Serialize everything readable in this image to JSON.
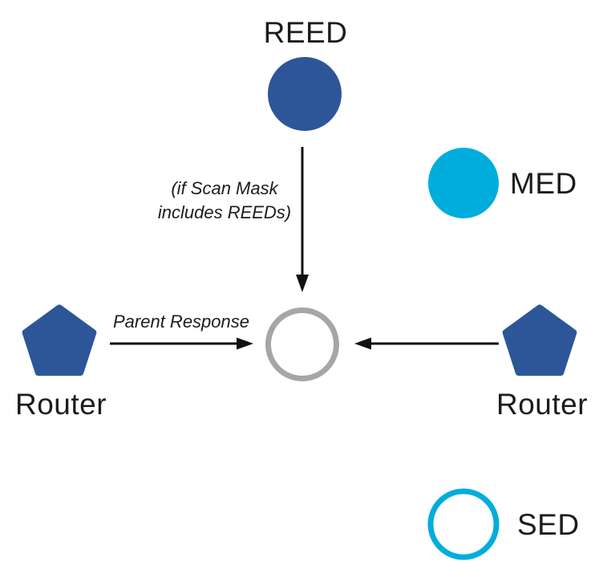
{
  "diagram": {
    "name": "thread-network-device-roles-diagram"
  },
  "nodes": {
    "reed": {
      "label": "REED",
      "shape": "circle-filled"
    },
    "med": {
      "label": "MED",
      "shape": "circle-filled"
    },
    "sed": {
      "label": "SED",
      "shape": "circle-outline"
    },
    "router_left": {
      "label": "Router",
      "shape": "pentagon-filled"
    },
    "router_right": {
      "label": "Router",
      "shape": "pentagon-filled"
    },
    "center": {
      "label": "",
      "shape": "circle-outline-gray"
    }
  },
  "annotations": {
    "scan_mask_line1": "(if Scan Mask",
    "scan_mask_line2": "includes REEDs)",
    "parent_response": "Parent Response"
  },
  "colors": {
    "router_blue": "#2d5699",
    "cyan": "#00addc",
    "center_gray": "#a6a6a6",
    "arrow_black": "#111111",
    "text": "#1c1c1c",
    "background": "#ffffff"
  }
}
